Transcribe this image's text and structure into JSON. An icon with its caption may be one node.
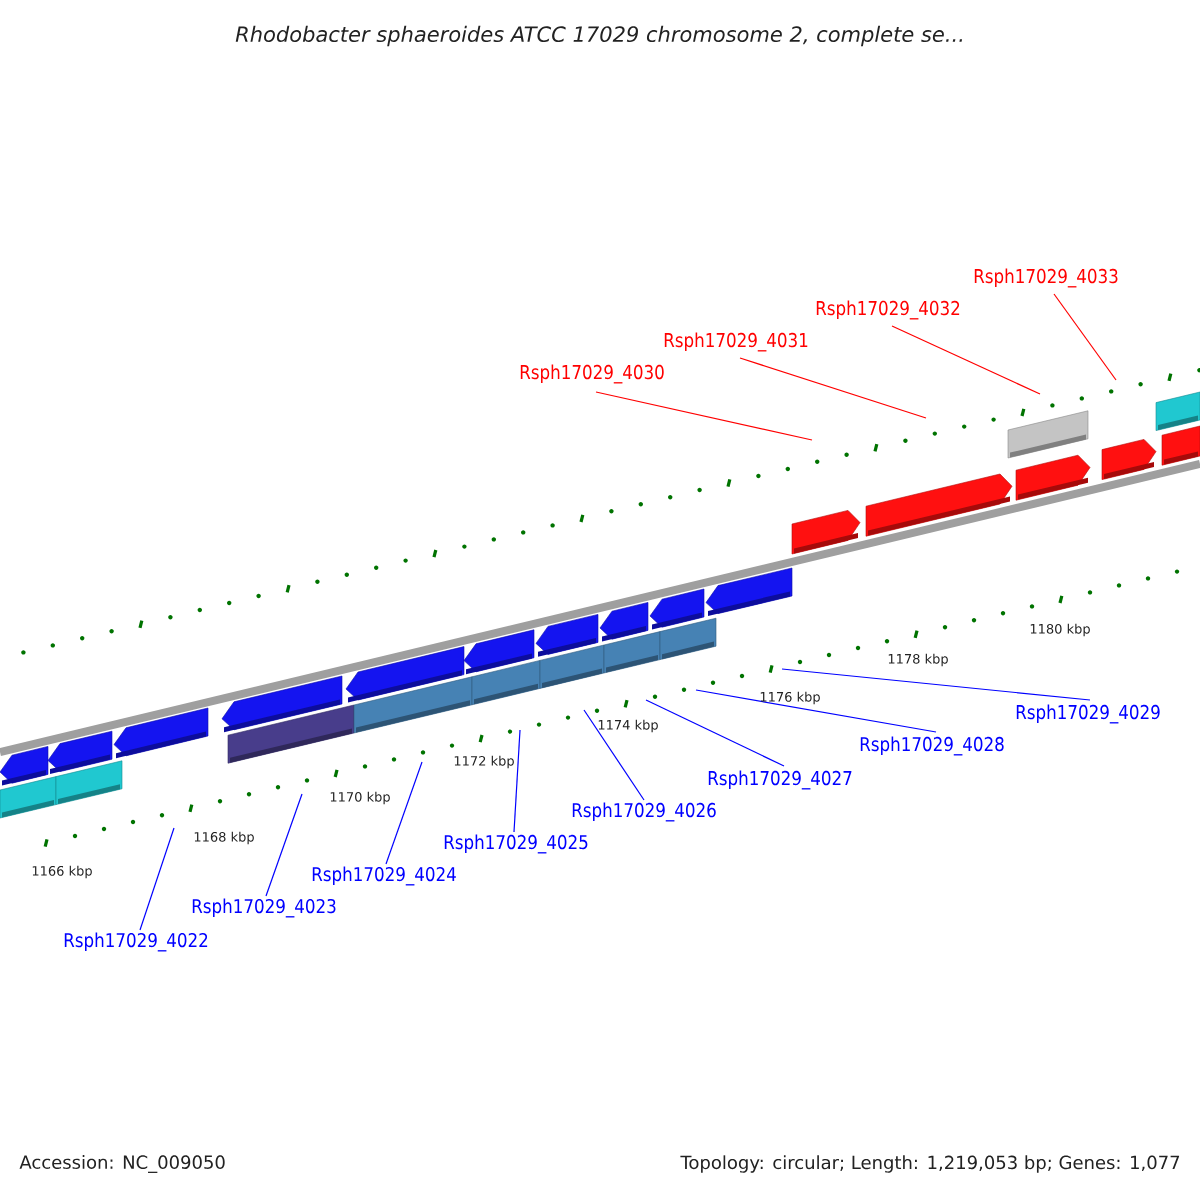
{
  "diagram": {
    "title": "Rhodobacter sphaeroides ATCC 17029 chromosome 2, complete se...",
    "nodes": [
      {
        "text": [
          "Rsph17029_4033"
        ]
      },
      {
        "text": [
          "Rsph17029_4032"
        ]
      },
      {
        "text": [
          "Rsph17029_4031"
        ]
      },
      {
        "text": [
          "Rsph17029_4030"
        ]
      },
      {
        "text": [
          "Rsph17029_4029"
        ]
      },
      {
        "text": [
          "Rsph17029_4028"
        ]
      },
      {
        "text": [
          "Rsph17029_4027"
        ]
      },
      {
        "text": [
          "Rsph17029_4026"
        ]
      },
      {
        "text": [
          "Rsph17029_4025"
        ]
      },
      {
        "text": [
          "Rsph17029_4024"
        ]
      },
      {
        "text": [
          "Rsph17029_4023"
        ]
      },
      {
        "text": [
          "Rsph17029_4022"
        ]
      }
    ],
    "edges": [
      {
        "from": 0,
        "to": null,
        "arrow": "none",
        "color": "#ff0000"
      },
      {
        "from": 1,
        "to": null,
        "arrow": "none",
        "color": "#ff0000"
      },
      {
        "from": 2,
        "to": null,
        "arrow": "none",
        "color": "#ff0000"
      },
      {
        "from": 3,
        "to": null,
        "arrow": "none",
        "color": "#ff0000"
      },
      {
        "from": 4,
        "to": null,
        "arrow": "none"
      },
      {
        "from": 5,
        "to": null,
        "arrow": "none"
      },
      {
        "from": 6,
        "to": null,
        "arrow": "none"
      },
      {
        "from": 7,
        "to": null,
        "arrow": "none"
      },
      {
        "from": 8,
        "to": null,
        "arrow": "none"
      },
      {
        "from": 9,
        "to": null,
        "arrow": "none"
      },
      {
        "from": 10,
        "to": null,
        "arrow": "none"
      },
      {
        "from": 11,
        "to": null,
        "arrow": "none"
      }
    ],
    "labels": [
      "1180 kbp",
      "1178 kbp",
      "1176 kbp",
      "1174 kbp",
      "1172 kbp",
      "1170 kbp",
      "1168 kbp",
      "1166 kbp",
      "Accession: NC_009050",
      "Topology: circular; Length: 1,219,053 bp; Genes: 1,077"
    ]
  }
}
